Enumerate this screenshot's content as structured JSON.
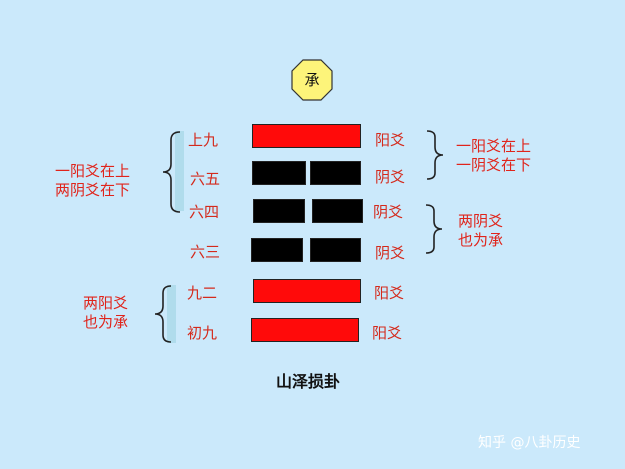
{
  "badge": {
    "text": "承",
    "fill": "#fdf47a"
  },
  "lines": [
    {
      "name": "上九",
      "type": "yang",
      "yao": "阳爻"
    },
    {
      "name": "六五",
      "type": "yin",
      "yao": "阴爻"
    },
    {
      "name": "六四",
      "type": "yin",
      "yao": "阴爻"
    },
    {
      "name": "六三",
      "type": "yin",
      "yao": "阴爻"
    },
    {
      "name": "九二",
      "type": "yang",
      "yao": "阳爻"
    },
    {
      "name": "初九",
      "type": "yang",
      "yao": "阳爻"
    }
  ],
  "annotations": {
    "left_top": [
      "一阳爻在上",
      "两阴爻在下"
    ],
    "left_bottom": [
      "两阳爻",
      "也为承"
    ],
    "right_top": [
      "一阳爻在上",
      "一阴爻在下"
    ],
    "right_mid": [
      "两阴爻",
      "也为承"
    ]
  },
  "title": "山泽损卦",
  "watermark": "知乎 @八卦历史",
  "colors": {
    "yang": "#ff0a0a",
    "yin": "#000000",
    "text": "#e0241b",
    "background": "#cbe9fb"
  }
}
